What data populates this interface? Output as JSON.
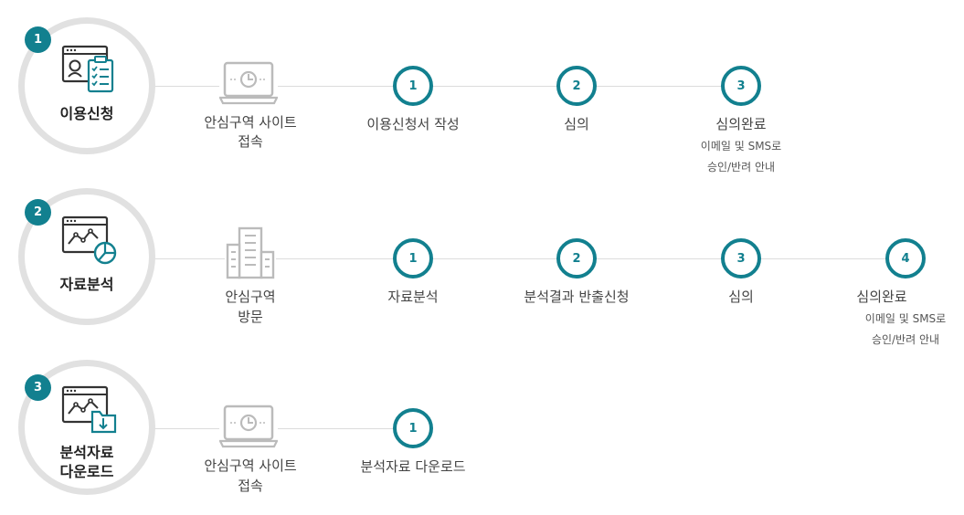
{
  "colors": {
    "accent": "#12808f",
    "ring": "#e1e1e1",
    "line": "#dcdcdc"
  },
  "rows": [
    {
      "number": "1",
      "title": "이용신청",
      "icon": "application-form-icon",
      "pre": {
        "icon": "laptop-icon",
        "label": "안심구역 사이트",
        "label2": "접속"
      },
      "steps": [
        {
          "num": "1",
          "label": "이용신청서 작성"
        },
        {
          "num": "2",
          "label": "심의"
        },
        {
          "num": "3",
          "label": "심의완료",
          "sub1": "이메일 및 SMS로",
          "sub2": "승인/반려 안내"
        }
      ]
    },
    {
      "number": "2",
      "title": "자료분석",
      "icon": "data-analysis-icon",
      "pre": {
        "icon": "building-icon",
        "label": "안심구역",
        "label2": "방문"
      },
      "steps": [
        {
          "num": "1",
          "label": "자료분석"
        },
        {
          "num": "2",
          "label": "분석결과 반출신청"
        },
        {
          "num": "3",
          "label": "심의"
        },
        {
          "num": "4",
          "label": "심의완료",
          "sub1": "이메일 및 SMS로",
          "sub2": "승인/반려 안내"
        }
      ]
    },
    {
      "number": "3",
      "title": "분석자료",
      "title2": "다운로드",
      "icon": "data-download-icon",
      "pre": {
        "icon": "laptop-icon",
        "label": "안심구역 사이트",
        "label2": "접속"
      },
      "steps": [
        {
          "num": "1",
          "label": "분석자료 다운로드"
        }
      ]
    }
  ]
}
